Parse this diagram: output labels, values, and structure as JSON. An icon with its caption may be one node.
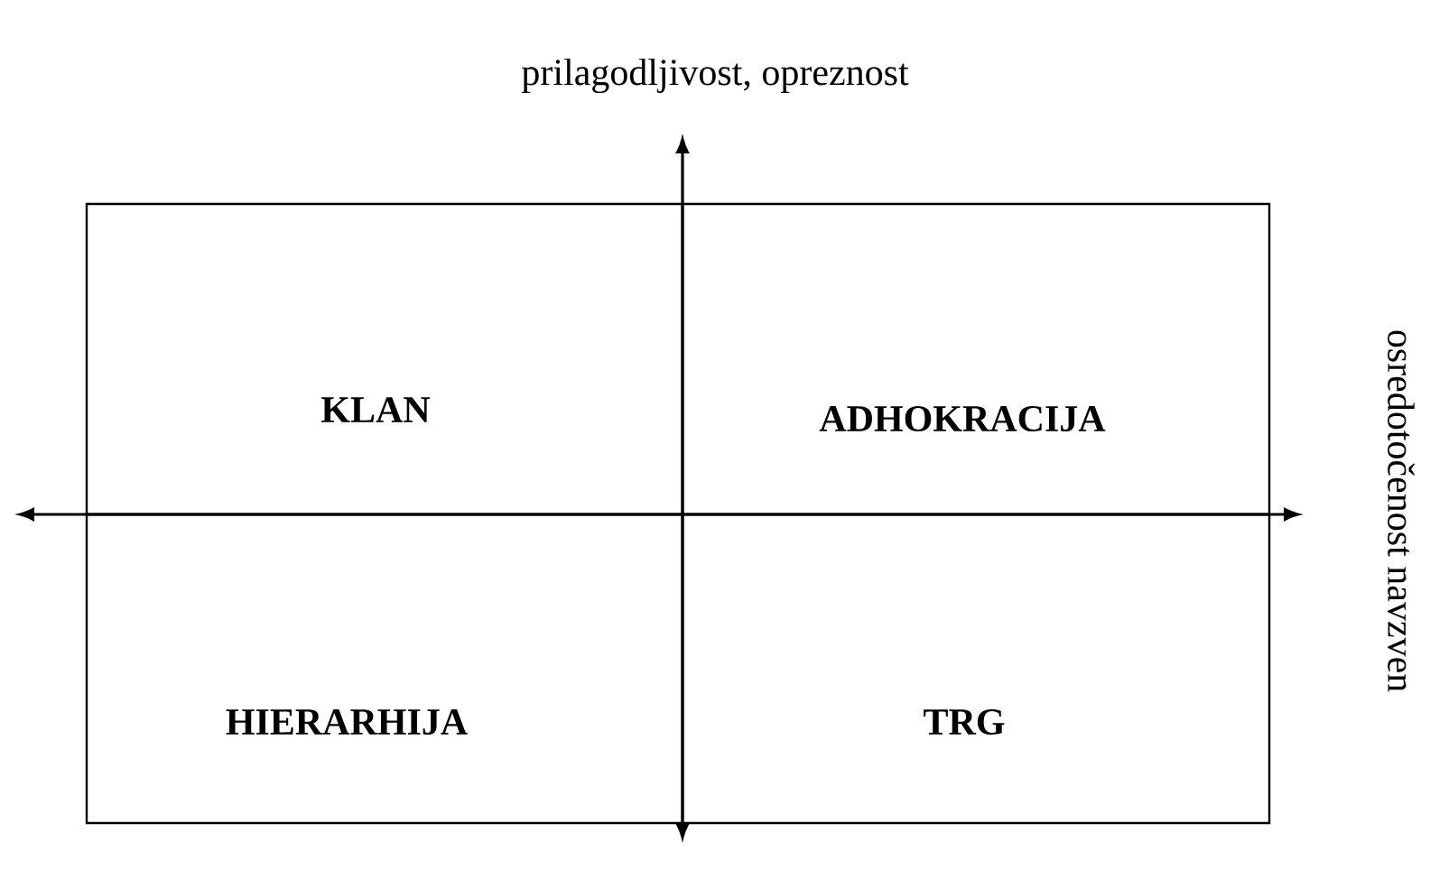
{
  "diagram": {
    "nodes": [
      {
        "text": [
          "KLAN"
        ]
      },
      {
        "text": [
          "ADHOKRACIJA"
        ]
      },
      {
        "text": [
          "HIERARHIJA"
        ]
      },
      {
        "text": [
          "TRG"
        ]
      }
    ],
    "labels": [
      "prilagodljivost, opreznost",
      "osredotočenost navzven"
    ]
  }
}
